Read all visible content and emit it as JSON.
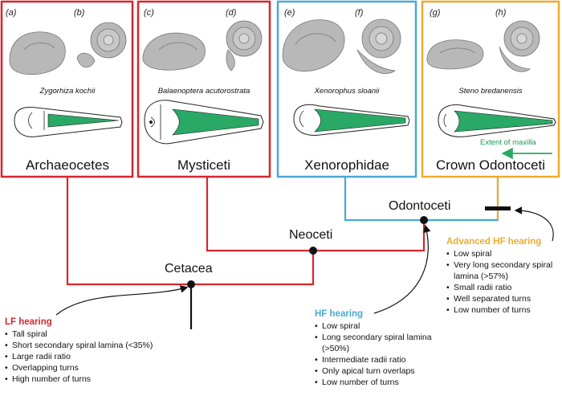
{
  "colors": {
    "archaeocetes": "#d7262c",
    "mysticeti": "#d7262c",
    "xenorophidae": "#4aa8d8",
    "crown_odontoceti": "#f0ab2c",
    "maxilla_green": "#2aa866"
  },
  "panels": [
    {
      "labels": [
        "(a)",
        "(b)"
      ],
      "species": "Zygorhiza kochii",
      "group": "Archaeocetes"
    },
    {
      "labels": [
        "(c)",
        "(d)"
      ],
      "species": "Balaenoptera acutorostrata",
      "group": "Mysticeti"
    },
    {
      "labels": [
        "(e)",
        "(f)"
      ],
      "species": "Xenorophus sloanii",
      "group": "Xenorophidae"
    },
    {
      "labels": [
        "(g)",
        "(h)"
      ],
      "species": "Steno bredanensis",
      "group": "Crown Odontoceti"
    }
  ],
  "maxilla_legend": "Extent of maxilla",
  "nodes": {
    "cetacea": "Cetacea",
    "neoceti": "Neoceti",
    "odontoceti": "Odontoceti"
  },
  "lf_hearing": {
    "title": "LF hearing",
    "items": [
      "Tall spiral",
      "Short secondary spiral lamina (<35%)",
      "Large radii ratio",
      "Overlapping turns",
      "High number of turns"
    ]
  },
  "hf_hearing": {
    "title": "HF hearing",
    "items": [
      "Low spiral",
      "Long secondary spiral lamina (>50%)",
      "Intermediate radii ratio",
      "Only apical turn overlaps",
      "Low number of turns"
    ]
  },
  "advanced_hf_hearing": {
    "title": "Advanced HF hearing",
    "items": [
      "Low spiral",
      "Very long secondary spiral lamina (>57%)",
      "Small radii ratio",
      "Well separated turns",
      "Low number of turns"
    ]
  }
}
